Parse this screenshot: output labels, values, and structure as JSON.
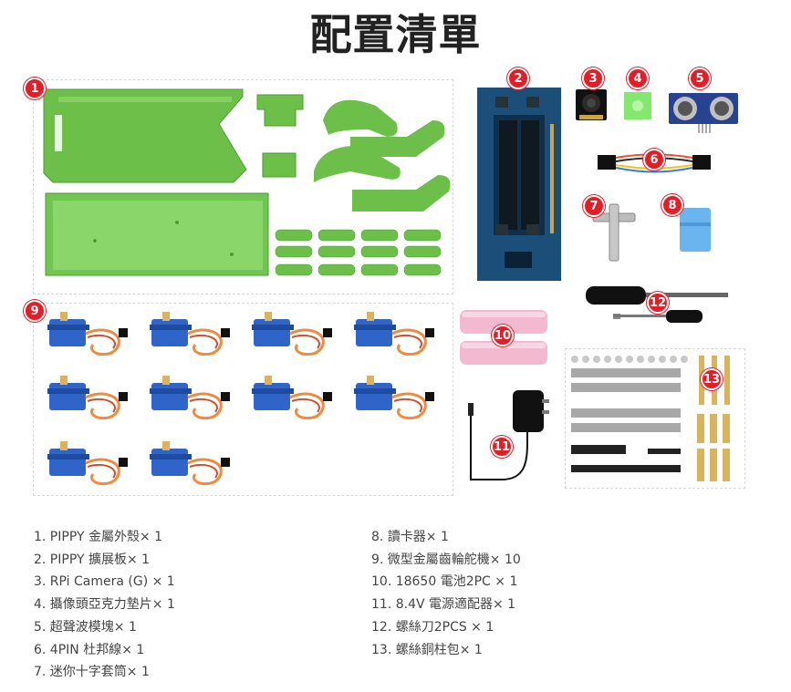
{
  "title": "配置清單",
  "badges": [
    "1",
    "2",
    "3",
    "4",
    "5",
    "6",
    "7",
    "8",
    "9",
    "10",
    "11",
    "12",
    "13"
  ],
  "items_left": [
    "1. PIPPY 金屬外殼× 1",
    "2. PIPPY 擴展板× 1",
    "3. RPi Camera (G) × 1",
    "4. 攝像頭亞克力墊片× 1",
    "5. 超聲波模塊× 1",
    "6. 4PIN 杜邦線× 1",
    "7. 迷你十字套筒× 1"
  ],
  "items_right": [
    "8. 讀卡器× 1",
    "9. 微型金屬齒輪舵機× 10",
    "10. 18650 電池2PC × 1",
    "11. 8.4V 電源適配器× 1",
    "12. 螺絲刀2PCS × 1",
    "13. 螺絲銅柱包× 1"
  ],
  "colors": {
    "badge": "#e41e26",
    "metal_green": "#6cc04a",
    "board_blue": "#1b4f7a",
    "servo_blue": "#2f64c8",
    "battery_pink": "#f2b9cf"
  }
}
